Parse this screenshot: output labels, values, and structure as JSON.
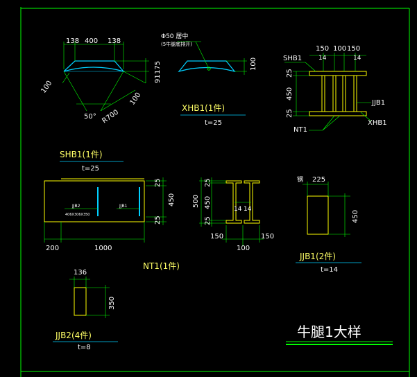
{
  "colors": {
    "background": "#000000",
    "frame": "#00ff00",
    "shape": "#00d0ff",
    "cut_line": "#ffff00",
    "dimension": "#00ff00",
    "text": "#ffffff",
    "member": "#f0f060"
  },
  "shb1": {
    "dims_top": [
      "138",
      "400",
      "138"
    ],
    "dims_right": [
      "91",
      "175"
    ],
    "dim_left": "100",
    "dim_edge": "100",
    "angle": "50°",
    "radius": "R700",
    "label": "SHB1(1件)",
    "thickness": "t=25"
  },
  "xhb1": {
    "note_line1": "Φ50 居中",
    "note_line2": "(5牛腿底排开)",
    "dim_right": "100",
    "label": "XHB1(1件)",
    "thickness": "t=25"
  },
  "nt1_front": {
    "tag_shb1": "SHB1",
    "tag_jjb1": "JJB1",
    "tag_xhb1": "XHB1",
    "tag_nt1": "NT1",
    "dims_top": [
      "150",
      "100",
      "150"
    ],
    "dims_top_small": [
      "14",
      "14"
    ],
    "dims_left": [
      "25",
      "450",
      "25"
    ]
  },
  "nt1_plan": {
    "dims_bottom": [
      "200",
      "1000"
    ],
    "dims_right": [
      "25",
      "450",
      "25"
    ],
    "note_jjb2": "JJB2",
    "note_jjb2_sub": "406X306X350",
    "note_jjb1": "JJB1",
    "label": "NT1(1件)"
  },
  "nt1_section": {
    "dim_total": "500",
    "dims_left": [
      "25",
      "450",
      "25"
    ],
    "dims_web": [
      "14",
      "14"
    ],
    "dims_bottom": [
      "150",
      "150"
    ],
    "dim_bottom_total": "100"
  },
  "jjb1": {
    "prefix": "钢",
    "dim_top": "225",
    "dim_right": "450",
    "label": "JJB1(2件)",
    "thickness": "t=14"
  },
  "jjb2": {
    "dim_top": "136",
    "dim_right": "350",
    "label": "JJB2(4件)",
    "thickness": "t=8"
  },
  "title": "牛腿1大样"
}
